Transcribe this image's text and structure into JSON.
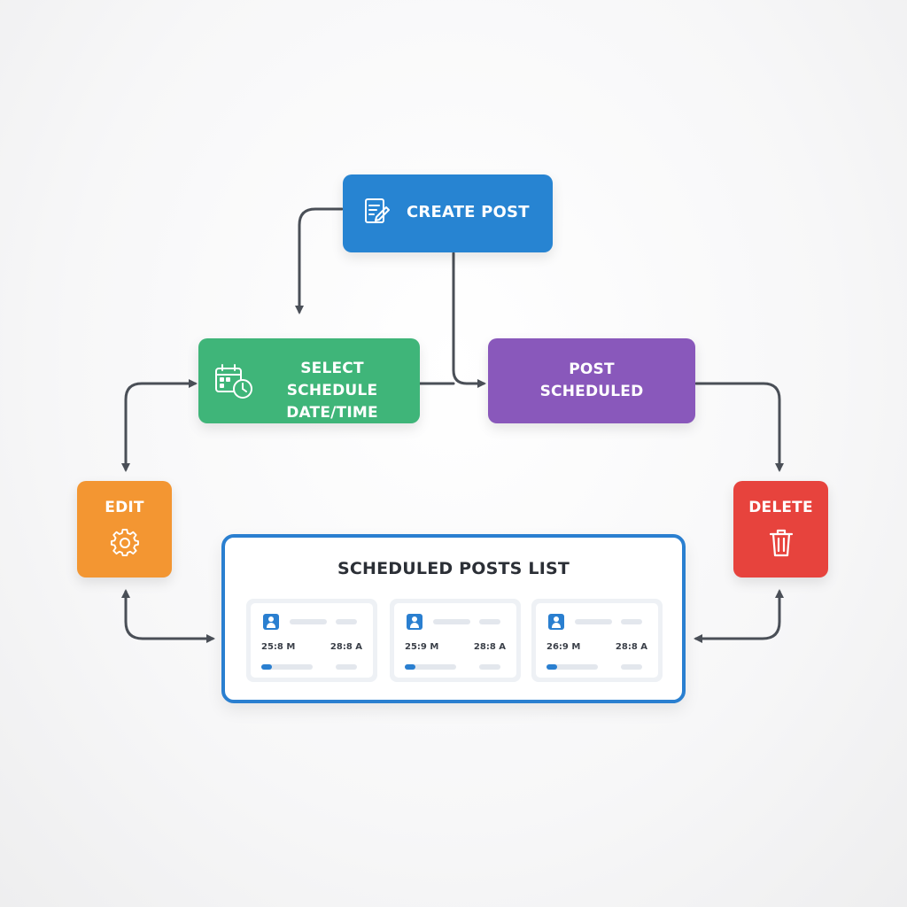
{
  "nodes": {
    "create_post": {
      "label": "CREATE POST",
      "color": "#2784d2"
    },
    "select_schedule": {
      "label_line1": "SELECT SCHEDULE",
      "label_line2": "DATE/TIME",
      "color": "#3fb579"
    },
    "post_scheduled": {
      "label_line1": "POST",
      "label_line2": "SCHEDULED",
      "color": "#8958bb"
    },
    "edit": {
      "label": "EDIT",
      "icon": "gear-icon",
      "color": "#f39632"
    },
    "delete": {
      "label": "DELETE",
      "icon": "trash-icon",
      "color": "#e7433d"
    }
  },
  "scheduled_list": {
    "title": "SCHEDULED POSTS LIST",
    "border_color": "#2a7fd0",
    "cards": [
      {
        "time_left": "25:8 M",
        "time_right": "28:8 A",
        "progress": 0.2
      },
      {
        "time_left": "25:9 M",
        "time_right": "28:8 A",
        "progress": 0.2
      },
      {
        "time_left": "26:9 M",
        "time_right": "28:8 A",
        "progress": 0.2
      }
    ]
  },
  "connector_color": "#4a4f57"
}
